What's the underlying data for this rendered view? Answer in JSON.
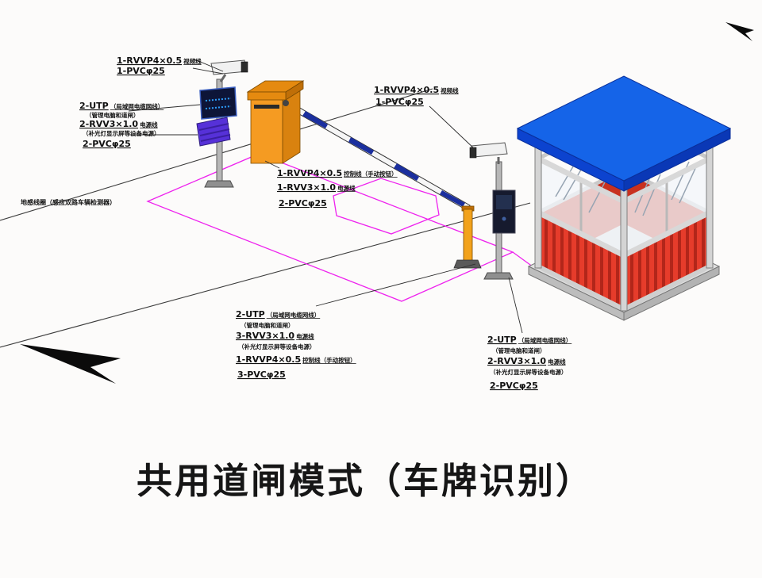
{
  "title": "共用道闸模式（车牌识别）",
  "labels": {
    "camera1": {
      "l1_main": "1-RVVP4×0.5",
      "l1_small": "视频线",
      "l2": "1-PVCφ25"
    },
    "screen": {
      "l1_main": "2-UTP",
      "l1_small": "（局域网电缆网线）",
      "l2_small": "（管理电脑和道闸）",
      "l3_main": "2-RVV3×1.0",
      "l3_small": "电源线",
      "l4_small": "（补光灯显示屏等设备电源）",
      "l5": "2-PVCφ25"
    },
    "ground_loop": "地感线圈（感应双路车辆检测器）",
    "barrier": {
      "l1_main": "1-RVVP4×0.5",
      "l1_small": "控制线（手动按钮）",
      "l2_main": "1-RVV3×1.0",
      "l2_small": "电源线",
      "l3": "2-PVCφ25"
    },
    "camera2": {
      "l1_main": "1-RVVP4×0.5",
      "l1_small": "视频线",
      "l2": "1-PVCφ25"
    },
    "pole2": {
      "l1_main": "2-UTP",
      "l1_small": "（局域网电缆网线）",
      "l2_small": "（管理电脑和道闸）",
      "l3_main": "3-RVV3×1.0",
      "l3_small": "电源线",
      "l4_small": "（补光灯显示屏等设备电源）",
      "l5_main": "1-RVVP4×0.5",
      "l5_small": "控制线（手动按钮）",
      "l6": "3-PVCφ25"
    },
    "booth": {
      "l1_main": "2-UTP",
      "l1_small": "（局域网电缆网线）",
      "l2_small": "（管理电脑和道闸）",
      "l3_main": "2-RVV3×1.0",
      "l3_small": "电源线",
      "l4_small": "（补光灯显示屏等设备电源）",
      "l5": "2-PVCφ25"
    }
  },
  "colors": {
    "roof_blue": "#1564e8",
    "roof_edge_left": "#0c43cf",
    "roof_edge_right": "#0a38b6",
    "booth_red": "#e63c2b",
    "booth_red_back": "#c8311f",
    "barrier_front": "#f59b22",
    "barrier_side": "#d9820f",
    "barrier_top": "#f8b755",
    "barrier_cap": "#e58a10",
    "boom_stripe_blue": "#1b2f9e",
    "lane_outline_magenta": "#ee22ee",
    "spotlight_purple": "#5631d8",
    "post_yellow": "#f2a21c",
    "screen_navy": "#0d1538"
  }
}
